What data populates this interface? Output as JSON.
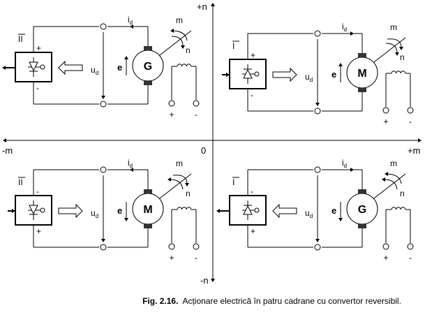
{
  "axes": {
    "plus_n": "+n",
    "minus_n": "-n",
    "plus_m": "+m",
    "minus_m": "-m",
    "origin": "0"
  },
  "quadrants": [
    {
      "id": "top-left",
      "regime": "II",
      "machine": "G",
      "top_pol": "+",
      "bot_pol": "-",
      "id_dir": "left",
      "power_dir": "left",
      "conv_arrow": "out",
      "thyristor": "down",
      "e_dir": "up",
      "m_dir": "ccw",
      "n_dir": "cw"
    },
    {
      "id": "top-right",
      "regime": "I",
      "machine": "M",
      "top_pol": "+",
      "bot_pol": "-",
      "id_dir": "right",
      "power_dir": "right",
      "conv_arrow": "in",
      "thyristor": "up",
      "e_dir": "up",
      "m_dir": "cw",
      "n_dir": "cw"
    },
    {
      "id": "bottom-left",
      "regime": "II",
      "machine": "M",
      "top_pol": "-",
      "bot_pol": "+",
      "id_dir": "left",
      "power_dir": "right",
      "conv_arrow": "in",
      "thyristor": "down",
      "e_dir": "down",
      "m_dir": "cw",
      "n_dir": "ccw"
    },
    {
      "id": "bottom-right",
      "regime": "I",
      "machine": "G",
      "top_pol": "-",
      "bot_pol": "+",
      "id_dir": "right",
      "power_dir": "left",
      "conv_arrow": "out",
      "thyristor": "up",
      "e_dir": "down",
      "m_dir": "ccw",
      "n_dir": "ccw"
    }
  ],
  "labels": {
    "current": "i",
    "current_sub": "d",
    "voltage": "u",
    "voltage_sub": "d",
    "emf": "e",
    "torque": "m",
    "speed": "n",
    "field_plus": "+",
    "field_minus": "-"
  },
  "caption": {
    "number": "Fig. 2.16.",
    "text": "Acționare electrică în patru cadrane cu convertor reversibil."
  }
}
